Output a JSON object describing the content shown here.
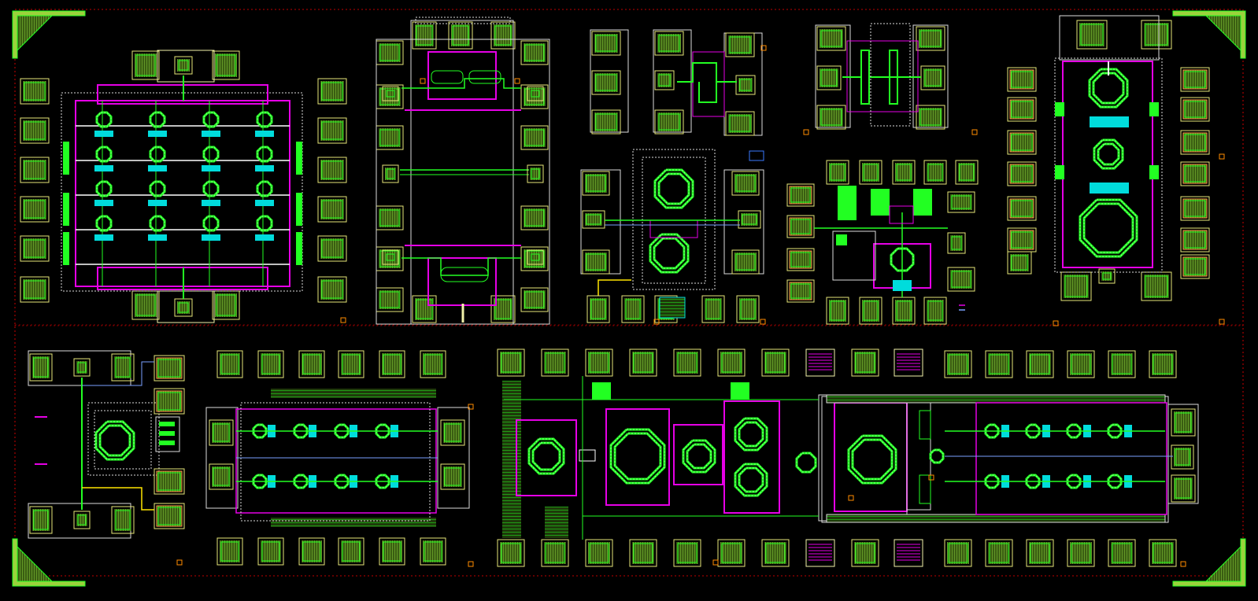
{
  "viewer": {
    "background": "#000000",
    "layer_colors": {
      "pad_fill": "#3a5e12",
      "pad_hatch": "#8cd23c",
      "pad_outline": "#e6e678",
      "metal_top": "#f2f2aa",
      "metal_green": "#22ff22",
      "via_cyan": "#00dcdc",
      "metal_magenta": "#e600e6",
      "dashed_white": "#ffffff",
      "seal_red": "#ff0000",
      "marker_orange": "#ff8c00",
      "light_blue": "#7aa0ff",
      "yellow": "#ffe600"
    }
  },
  "blocks": [
    {
      "id": "block-1"
    },
    {
      "id": "block-2"
    },
    {
      "id": "block-3"
    },
    {
      "id": "block-4"
    },
    {
      "id": "block-5"
    },
    {
      "id": "block-6"
    },
    {
      "id": "block-7"
    },
    {
      "id": "block-8"
    },
    {
      "id": "block-9"
    },
    {
      "id": "block-10"
    },
    {
      "id": "block-11"
    }
  ],
  "chart_data": {
    "type": "table",
    "description_visible_text": [],
    "block_count": 11,
    "corner_markers": 4
  }
}
